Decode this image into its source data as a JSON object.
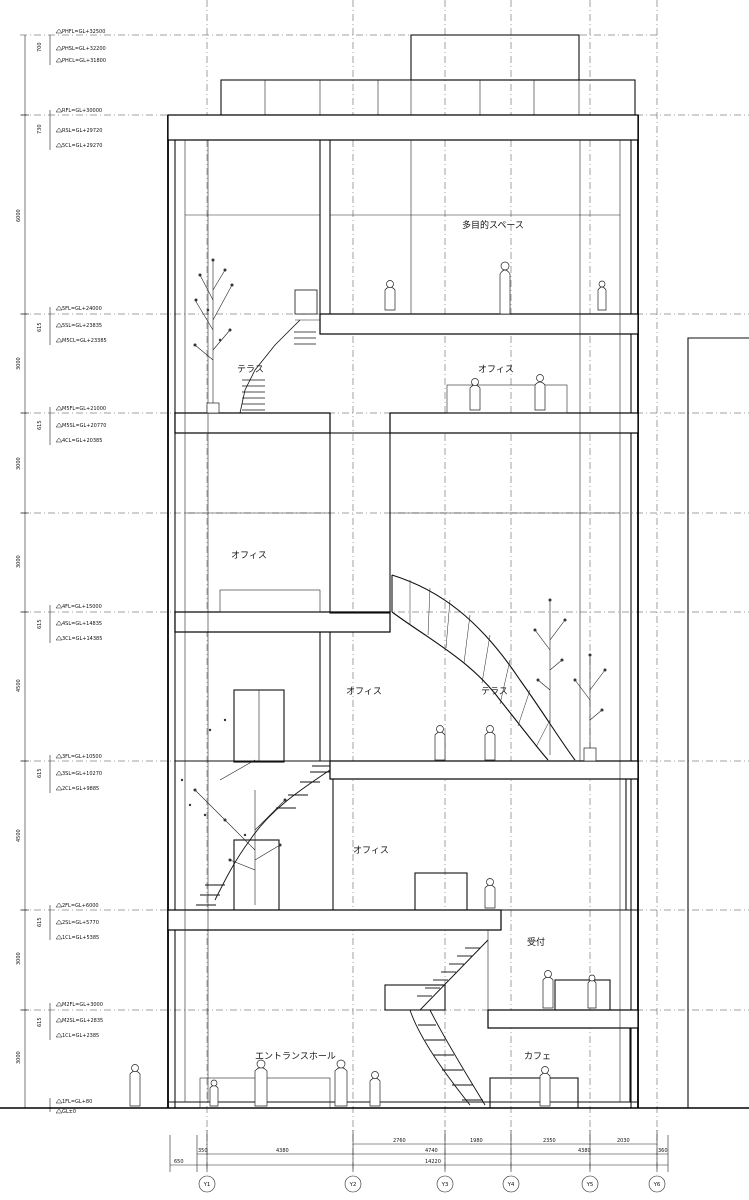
{
  "levels": [
    {
      "id": "phfl",
      "label": "PHFL=GL+32500"
    },
    {
      "id": "phsl",
      "label": "PHSL=GL+32200"
    },
    {
      "id": "phcl",
      "label": "PHCL=GL+31800"
    },
    {
      "id": "rfl",
      "label": "RFL=GL+30000"
    },
    {
      "id": "rsl",
      "label": "RSL=GL+29720"
    },
    {
      "id": "5cl",
      "label": "5CL=GL+29270"
    },
    {
      "id": "5fl",
      "label": "5FL=GL+24000"
    },
    {
      "id": "5sl",
      "label": "5SL=GL+23835"
    },
    {
      "id": "m5cl",
      "label": "M5CL=GL+23385"
    },
    {
      "id": "m5fl",
      "label": "M5FL=GL+21000"
    },
    {
      "id": "m5sl",
      "label": "M5SL=GL+20770"
    },
    {
      "id": "4cl",
      "label": "4CL=GL+20385"
    },
    {
      "id": "4fl",
      "label": "4FL=GL+15000"
    },
    {
      "id": "4sl",
      "label": "4SL=GL+14835"
    },
    {
      "id": "3cl",
      "label": "3CL=GL+14385"
    },
    {
      "id": "3fl",
      "label": "3FL=GL+10500"
    },
    {
      "id": "3sl",
      "label": "3SL=GL+10270"
    },
    {
      "id": "2cl",
      "label": "2CL=GL+9885"
    },
    {
      "id": "2fl",
      "label": "2FL=GL+6000"
    },
    {
      "id": "2sl",
      "label": "2SL=GL+5770"
    },
    {
      "id": "1cl",
      "label": "1CL=GL+5385"
    },
    {
      "id": "m2fl",
      "label": "M2FL=GL+3000"
    },
    {
      "id": "m2sl",
      "label": "M2SL=GL+2835"
    },
    {
      "id": "1cl2",
      "label": "1CL=GL+2385"
    },
    {
      "id": "1fl",
      "label": "1FL=GL+80"
    },
    {
      "id": "gl",
      "label": "GL±0"
    }
  ],
  "vertical_dims": {
    "d700": "700",
    "d730": "730",
    "d6000": "6000",
    "d615a": "615",
    "d3000a": "3000",
    "d615b": "615",
    "d3000b": "3000",
    "d3000c": "3000",
    "d615c": "615",
    "d4500a": "4500",
    "d615d": "615",
    "d4500b": "4500",
    "d615e": "615",
    "d3000d": "3000",
    "d615f": "615",
    "d3000e": "3000"
  },
  "rooms": {
    "multi": "多目的スペース",
    "office5": "オフィス",
    "terrace5": "テラス",
    "office4": "オフィス",
    "office3": "オフィス",
    "terrace3": "テラス",
    "office2": "オフィス",
    "reception": "受付",
    "entrance": "エントランスホール",
    "cafe": "カフェ"
  },
  "horizontal_dims": {
    "row1": [
      "2760",
      "1980",
      "2350",
      "2030"
    ],
    "row2": [
      "350",
      "4380",
      "4740",
      "4380",
      "360"
    ],
    "row3": [
      "650",
      "14220"
    ]
  },
  "axes": [
    "Y1",
    "Y2",
    "Y3",
    "Y4",
    "Y5",
    "Y6"
  ]
}
